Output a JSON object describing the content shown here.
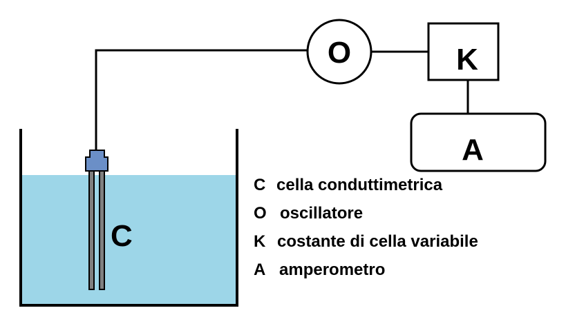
{
  "diagram": {
    "labels": {
      "cell": "C",
      "oscillator": "O",
      "constant": "K",
      "ammeter": "A"
    },
    "legend": [
      {
        "key": "C",
        "text": "cella conduttimetrica"
      },
      {
        "key": "O",
        "text": "oscillatore"
      },
      {
        "key": "K",
        "text": "costante di cella variabile"
      },
      {
        "key": "A",
        "text": "amperometro"
      }
    ],
    "colors": {
      "water": "#9dd6e8",
      "probe_cap": "#6b8fc7",
      "probe_rod": "#808080",
      "line": "#000000"
    }
  }
}
